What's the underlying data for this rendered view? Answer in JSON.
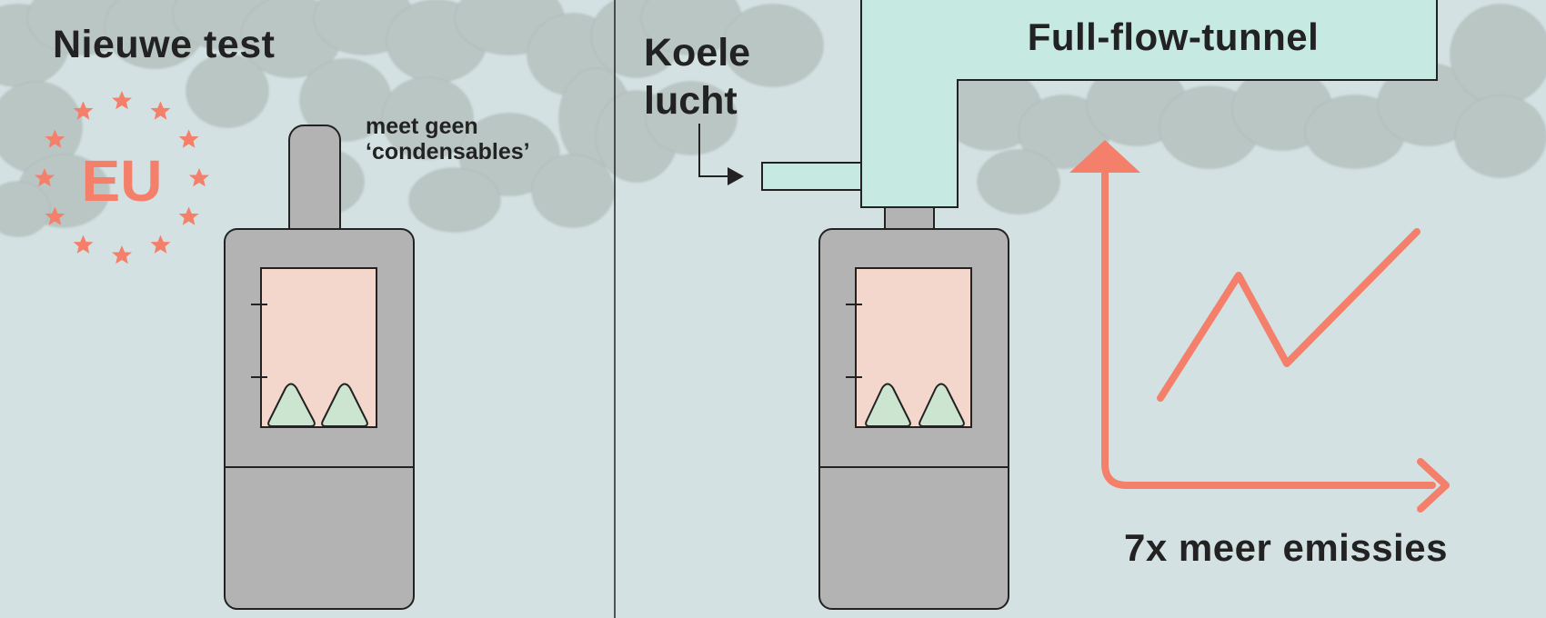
{
  "colors": {
    "background": "#d3e1e2",
    "smoke": "#a6b1ad",
    "stove": "#b3b3b3",
    "fire_window": "#f3d7cc",
    "flame": "#cbe5d0",
    "tunnel": "#c6e9e2",
    "accent": "#f47f6a",
    "text": "#222222"
  },
  "left_panel": {
    "title": "Nieuwe test",
    "eu_text": "EU",
    "note_line1": "meet geen",
    "note_line2": "‘condensables’"
  },
  "right_panel": {
    "air_label_line1": "Koele",
    "air_label_line2": "lucht",
    "tunnel_label": "Full-flow-tunnel",
    "emissions_label": "7x meer emissies"
  }
}
